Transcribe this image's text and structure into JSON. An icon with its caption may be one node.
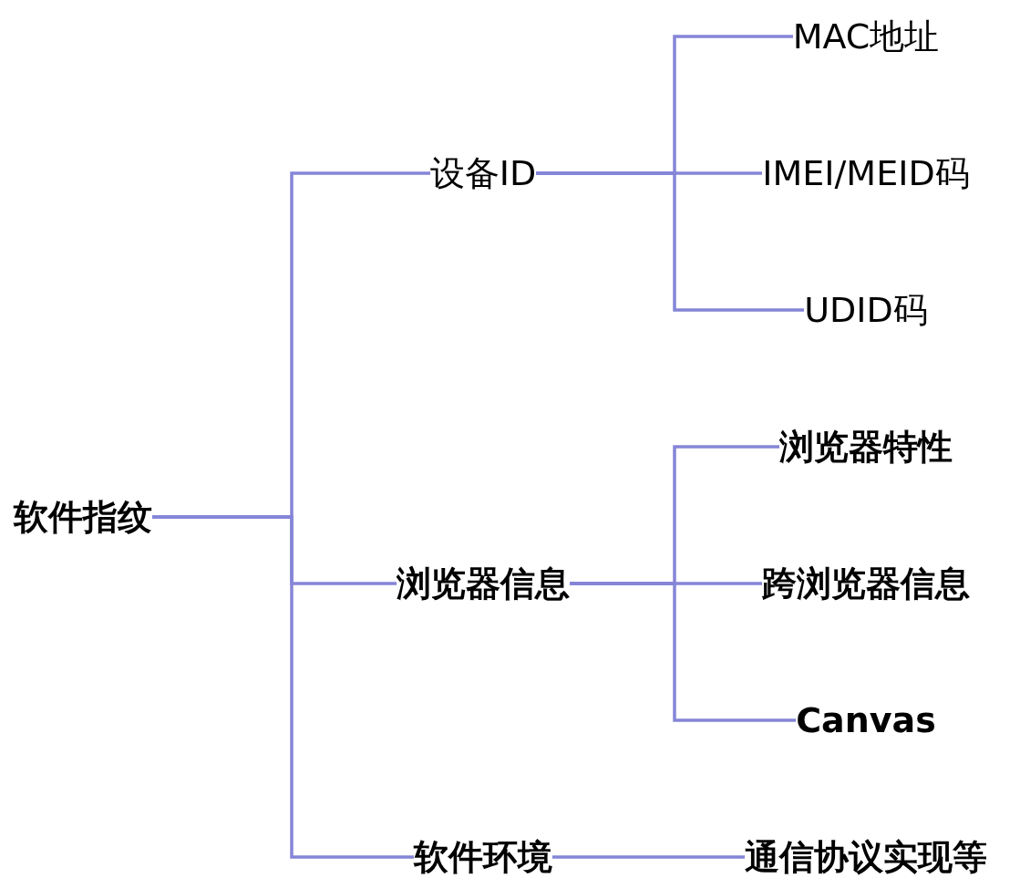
{
  "diagram": {
    "nodes": [
      {
        "text": [
          "软件指纹"
        ]
      },
      {
        "text": [
          "设备ID"
        ]
      },
      {
        "text": [
          "浏览器信息"
        ]
      },
      {
        "text": [
          "软件环境"
        ]
      },
      {
        "text": [
          "MAC地址"
        ]
      },
      {
        "text": [
          "IMEI/MEID码"
        ]
      },
      {
        "text": [
          "UDID码"
        ]
      },
      {
        "text": [
          "浏览器特性"
        ]
      },
      {
        "text": [
          "跨浏览器信息"
        ]
      },
      {
        "text": [
          "Canvas"
        ]
      },
      {
        "text": [
          "通信协议实现等"
        ]
      }
    ],
    "edges": [
      {
        "from": 0,
        "to": 1,
        "arrow": "none"
      },
      {
        "from": 0,
        "to": 2,
        "arrow": "none"
      },
      {
        "from": 0,
        "to": 3,
        "arrow": "none"
      },
      {
        "from": 1,
        "to": 4,
        "arrow": "none"
      },
      {
        "from": 1,
        "to": 5,
        "arrow": "none"
      },
      {
        "from": 1,
        "to": 6,
        "arrow": "none"
      },
      {
        "from": 2,
        "to": 7,
        "arrow": "none"
      },
      {
        "from": 2,
        "to": 8,
        "arrow": "none"
      },
      {
        "from": 2,
        "to": 9,
        "arrow": "none"
      },
      {
        "from": 3,
        "to": 10,
        "arrow": "none"
      }
    ]
  }
}
